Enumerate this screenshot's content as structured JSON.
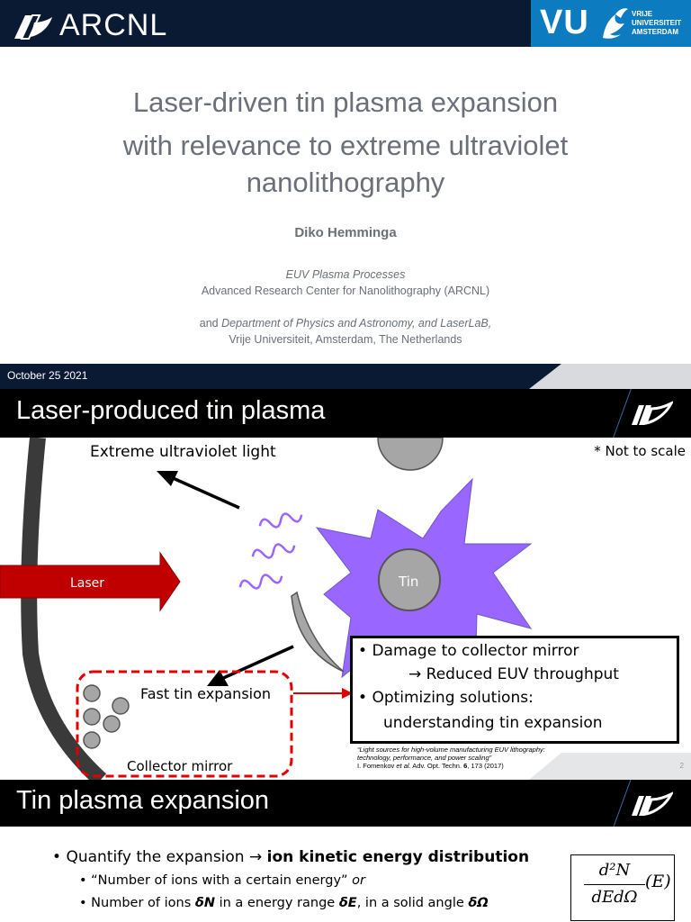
{
  "slide1": {
    "logo_text": "ARCNL",
    "vu_text": "VU",
    "vu_name_lines": [
      "VRIJE",
      "UNIVERSITEIT",
      "AMSTERDAM"
    ],
    "title_line1": "Laser-driven tin plasma expansion",
    "title_line2": "with relevance to extreme ultraviolet",
    "title_line3": "nanolithography",
    "author": "Diko Hemminga",
    "group": "EUV Plasma Processes",
    "institute": "Advanced Research Center for Nanolithography (ARCNL)",
    "and_prefix": "and ",
    "department": "Department of Physics and Astronomy, and LaserLaB,",
    "university": "Vrije Universiteit, Amsterdam, The Netherlands",
    "date": "October 25 2021",
    "colors": {
      "header": "#0b1a33",
      "vu_blue": "#0c7bc0",
      "title_gray": "#6a6f78"
    }
  },
  "slide2": {
    "title": "Laser-produced tin plasma",
    "euv_label": "Extreme ultraviolet light",
    "scale_note": "* Not to scale",
    "laser_label": "Laser",
    "tin_label": "Tin",
    "fast_label": "Fast tin expansion",
    "collector_label": "Collector mirror",
    "box": {
      "bullet1": "Damage to collector mirror",
      "bullet1_sub": "→ Reduced EUV throughput",
      "bullet2": "Optimizing solutions:",
      "bullet2_sub": "understanding tin expansion"
    },
    "citation": {
      "quote_line1": "“Light sources for high-volume manufacturing EUV lithography:",
      "quote_line2": "technology, performance, and power scaling”",
      "authors": "I. Fomenkov ",
      "etal": "et al.",
      "journal": " Adv. Opt. Techn. ",
      "volume": "6",
      "pages": ", 173 (2017)"
    },
    "page_number": "2",
    "colors": {
      "star": "#9966ff",
      "laser": "#c00000",
      "dashed_box": "#e00000",
      "wave": "#9966ff"
    }
  },
  "slide3": {
    "title": "Tin plasma expansion",
    "bullet1_prefix": "Quantify the expansion → ",
    "bullet1_bold": "ion kinetic energy distribution",
    "bullet2_text": "“Number of ions with a certain energy” ",
    "bullet2_italic": "or",
    "bullet3_a": "Number of ions ",
    "bullet3_dN": "δN",
    "bullet3_b": " in a energy range ",
    "bullet3_dE": "δE",
    "bullet3_c": ", in a solid angle ",
    "bullet3_dO": "δΩ",
    "formula_num": "d²N",
    "formula_den": "dEdΩ",
    "formula_arg": "(E)"
  }
}
